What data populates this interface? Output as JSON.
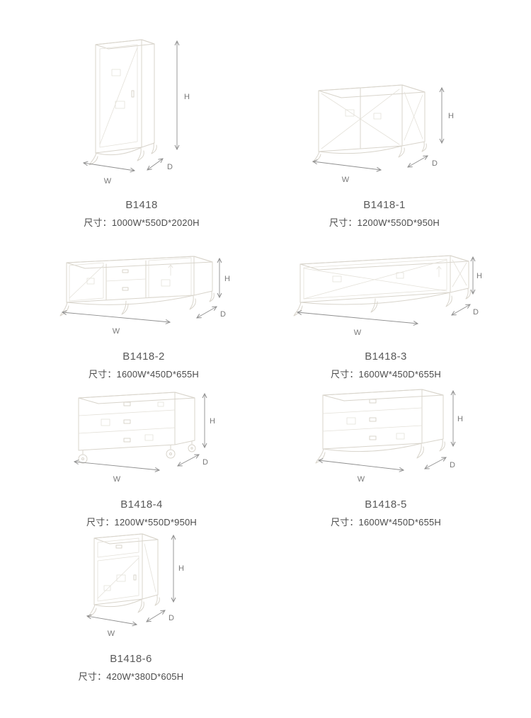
{
  "page": {
    "background": "#ffffff"
  },
  "dims": {
    "h": "H",
    "w": "W",
    "d": "D"
  },
  "colors": {
    "drawing_line": "#d8d4cb",
    "dimension_line": "#8f8f8f",
    "caption": "#595959"
  },
  "products": [
    {
      "model": "B1418",
      "size": "尺寸：1000W*550D*2020H",
      "figure": "tall-single-door-cabinet-line-drawing"
    },
    {
      "model": "B1418-1",
      "size": "尺寸：1200W*550D*950H",
      "figure": "two-door-sideboard-line-drawing"
    },
    {
      "model": "B1418-2",
      "size": "尺寸：1600W*450D*655H",
      "figure": "low-tv-cabinet-line-drawing"
    },
    {
      "model": "B1418-3",
      "size": "尺寸：1600W*450D*655H",
      "figure": "open-cross-brace-sideboard-line-drawing"
    },
    {
      "model": "B1418-4",
      "size": "尺寸：1200W*550D*950H",
      "figure": "three-drawer-chest-on-casters-line-drawing"
    },
    {
      "model": "B1418-5",
      "size": "尺寸：1600W*450D*655H",
      "figure": "three-drawer-chest-on-legs-line-drawing"
    },
    {
      "model": "B1418-6",
      "size": "尺寸：420W*380D*605H",
      "figure": "small-nightstand-line-drawing"
    }
  ]
}
